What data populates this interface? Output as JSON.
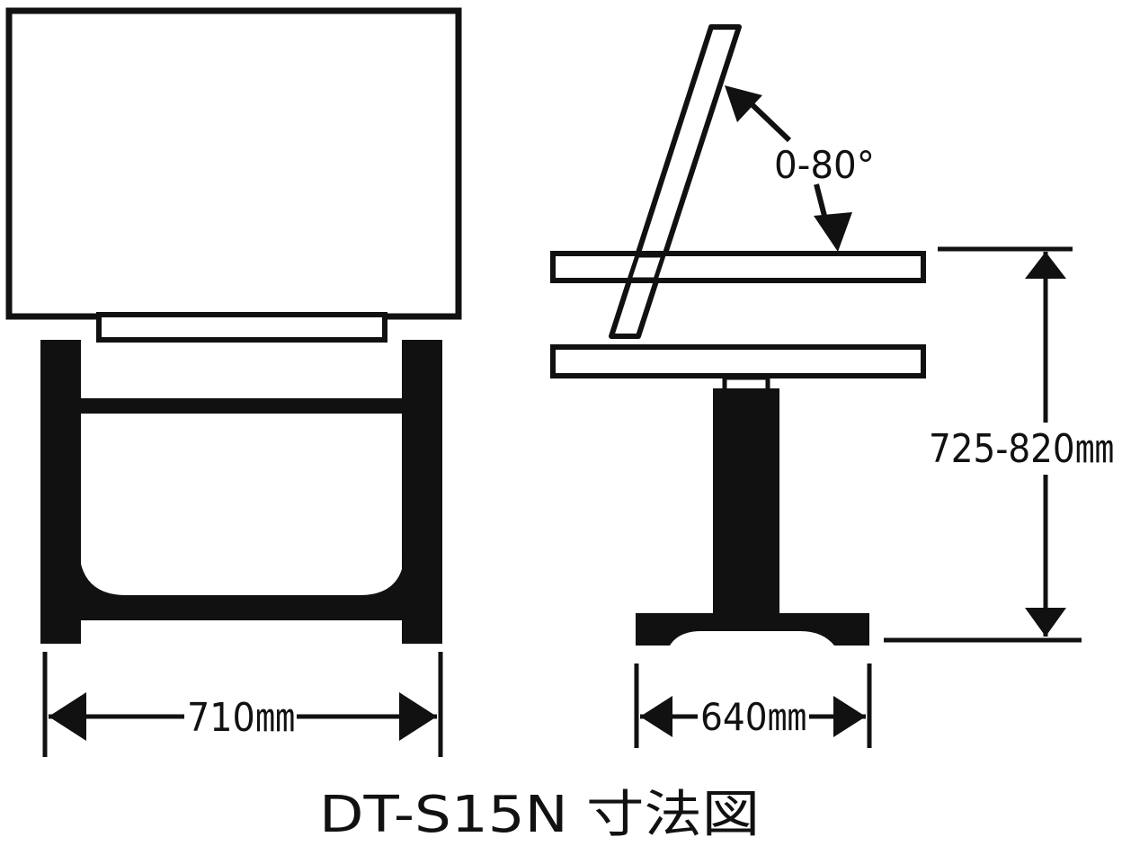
{
  "diagram": {
    "title": "DT-S15N 寸法図",
    "front_view": {
      "width_label": "710㎜"
    },
    "side_view": {
      "tilt_label": "0-80°",
      "height_label": "725-820㎜",
      "depth_label": "640㎜"
    }
  },
  "colors": {
    "ink": "#111111",
    "paper": "#ffffff"
  }
}
